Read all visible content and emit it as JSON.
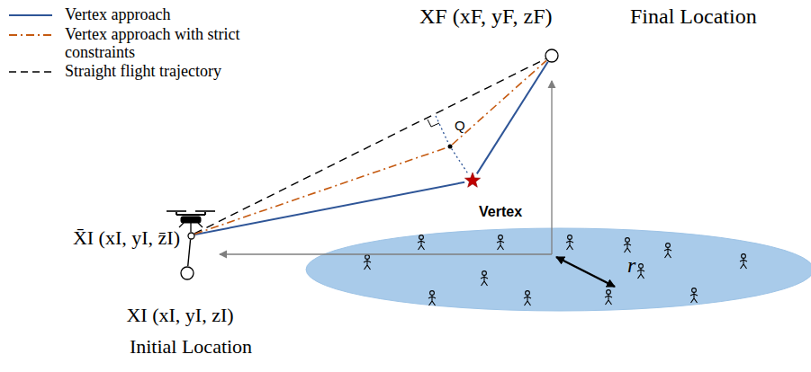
{
  "diagram": {
    "nodes": [
      {
        "text": [
          "XF (xF, yF, zF)",
          "Final Location"
        ]
      },
      {
        "text": [
          "Q"
        ]
      },
      {
        "text": [
          "Vertex"
        ]
      },
      {
        "text": [
          "X̄I (xI, yI, z̄I)"
        ]
      },
      {
        "text": [
          "XI (xI, yI, zI)",
          "Initial Location"
        ]
      }
    ],
    "edges": [
      {
        "from": 3,
        "to": 0,
        "arrow": "none"
      },
      {
        "from": 3,
        "to": 2,
        "arrow": "none"
      },
      {
        "from": 2,
        "to": 0,
        "arrow": "none"
      },
      {
        "from": 3,
        "to": 1,
        "arrow": "none"
      },
      {
        "from": 1,
        "to": 0,
        "arrow": "none"
      },
      {
        "from": 1,
        "to": 2,
        "arrow": "none"
      },
      {
        "from": 4,
        "to": 3,
        "arrow": "none"
      }
    ],
    "labels": [
      "r"
    ],
    "legend": [
      {
        "text": "Vertex approach"
      },
      {
        "text": "Vertex approach with strict constraints"
      },
      {
        "text": "Straight flight trajectory"
      }
    ]
  }
}
